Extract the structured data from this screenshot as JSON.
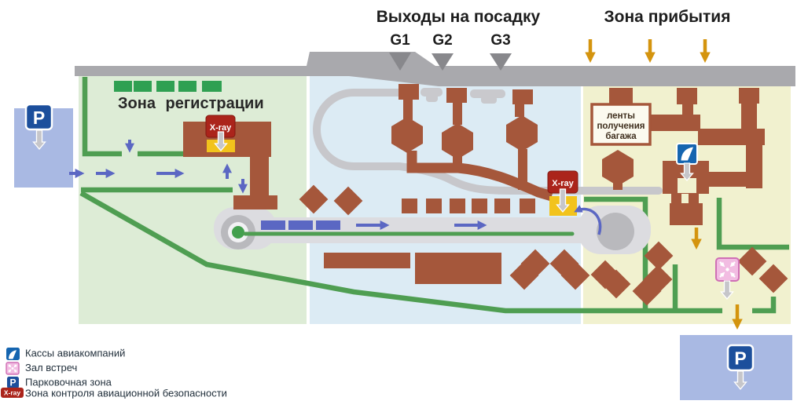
{
  "titles": {
    "boarding": "Выходы на посадку",
    "arrival_zone": "Зона прибытия",
    "registration_zone": "Зона регистрации"
  },
  "gates": {
    "g1": "G1",
    "g2": "G2",
    "g3": "G3"
  },
  "labels": {
    "xray": "X-ray",
    "parking_letter": "P",
    "baggage_line1": "ленты",
    "baggage_line2": "получения",
    "baggage_line3": "багажа"
  },
  "legend": {
    "items": [
      {
        "icon": "airline-ticket-icon",
        "label": "Кассы авиакомпаний"
      },
      {
        "icon": "meeting-hall-icon",
        "label": "Зал встреч"
      },
      {
        "icon": "parking-icon",
        "label": "Парковочная зона"
      },
      {
        "icon": "security-xray-icon",
        "label": "Зона контроля авиационной безопасности"
      }
    ]
  },
  "colors": {
    "brown": "#a5573b",
    "zone_registration": "#ddecd6",
    "zone_departure": "#dcebf4",
    "zone_arrival": "#f1f1cf",
    "terminal_band": "#a9a9ad",
    "walkway": "#dcdce0",
    "path_gray": "#c7c7cb",
    "green_line": "#4f9e52",
    "desk_green": "#2fa052",
    "flow_blue": "#5b67c3",
    "parking_bg": "#a9b9e3",
    "parking_sign_blue": "#1c4f9c",
    "orange": "#d4940e",
    "xray_red": "#ab241b",
    "xray_yellow": "#f2c31c",
    "meeting_pink": "#f2bce2",
    "airline_blue": "#1565b0"
  }
}
